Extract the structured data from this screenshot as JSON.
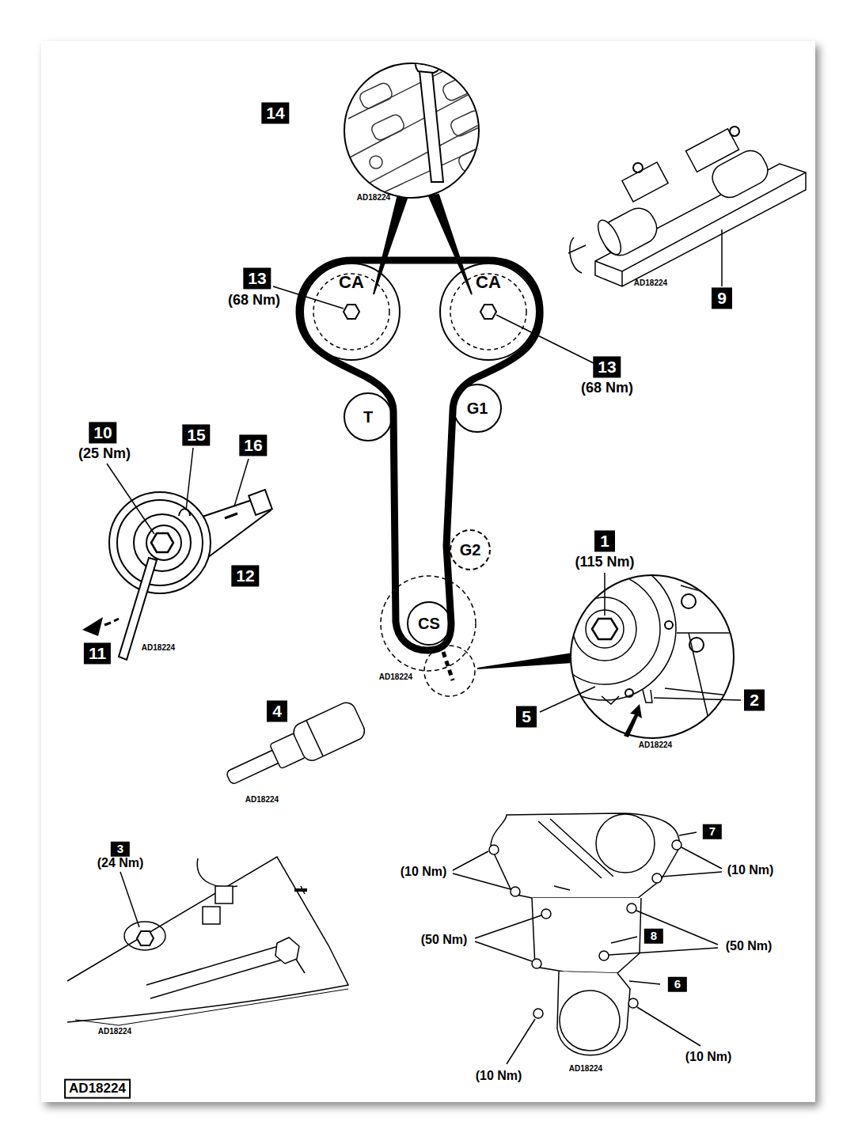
{
  "diagram": {
    "nodes": [
      {
        "text": [
          "CA"
        ]
      },
      {
        "text": [
          "CA"
        ]
      },
      {
        "text": [
          "T"
        ]
      },
      {
        "text": [
          "G1"
        ]
      },
      {
        "text": [
          "G2"
        ]
      },
      {
        "text": [
          "CS"
        ]
      }
    ],
    "labels": [
      "14",
      "AD18224",
      "9",
      "AD18224",
      "13",
      "(68 Nm)",
      "13",
      "(68 Nm)",
      "10",
      "(25 Nm)",
      "15",
      "16",
      "12",
      "11",
      "AD18224",
      "AD18224",
      "1",
      "(115 Nm)",
      "5",
      "2",
      "AD18224",
      "4",
      "AD18224",
      "3",
      "(24 Nm)",
      "AD18224",
      "7",
      "(10 Nm)",
      "(10 Nm)",
      "(50 Nm)",
      "8",
      "(50 Nm)",
      "6",
      "(10 Nm)",
      "(10 Nm)",
      "AD18224",
      "AD18224"
    ]
  }
}
